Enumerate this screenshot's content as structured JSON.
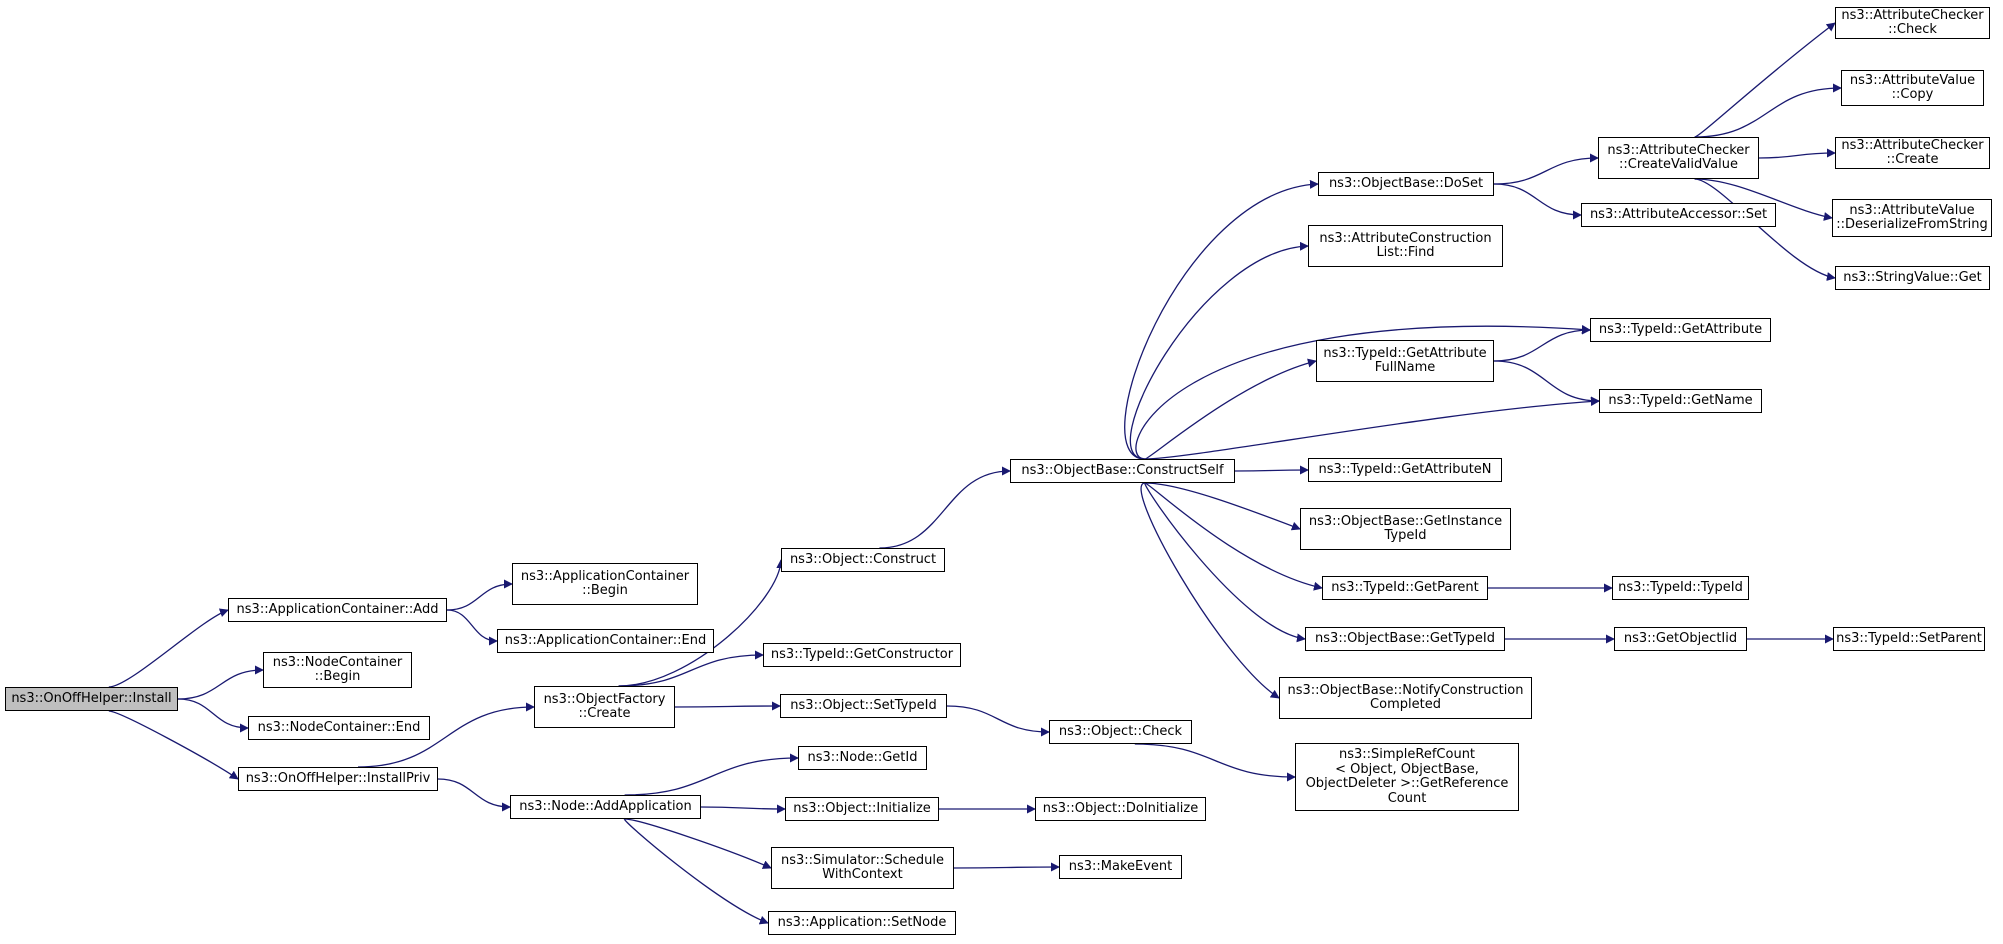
{
  "colors": {
    "edge": "#191970",
    "node_border": "#000000",
    "root_fill": "#bfbfbf",
    "node_fill": "#ffffff"
  },
  "nodes": [
    {
      "id": "n0",
      "lines": [
        "ns3::OnOffHelper::Install"
      ]
    },
    {
      "id": "n1",
      "lines": [
        "ns3::ApplicationContainer::Add"
      ]
    },
    {
      "id": "n2",
      "lines": [
        "ns3::NodeContainer",
        "::Begin"
      ]
    },
    {
      "id": "n3",
      "lines": [
        "ns3::NodeContainer::End"
      ]
    },
    {
      "id": "n4",
      "lines": [
        "ns3::OnOffHelper::InstallPriv"
      ]
    },
    {
      "id": "n5",
      "lines": [
        "ns3::ApplicationContainer",
        "::Begin"
      ]
    },
    {
      "id": "n6",
      "lines": [
        "ns3::ApplicationContainer::End"
      ]
    },
    {
      "id": "n7",
      "lines": [
        "ns3::ObjectFactory",
        "::Create"
      ]
    },
    {
      "id": "n8",
      "lines": [
        "ns3::Node::AddApplication"
      ]
    },
    {
      "id": "n9",
      "lines": [
        "ns3::Object::Construct"
      ]
    },
    {
      "id": "n10",
      "lines": [
        "ns3::TypeId::GetConstructor"
      ]
    },
    {
      "id": "n11",
      "lines": [
        "ns3::Object::SetTypeId"
      ]
    },
    {
      "id": "n12",
      "lines": [
        "ns3::Node::GetId"
      ]
    },
    {
      "id": "n13",
      "lines": [
        "ns3::Object::Initialize"
      ]
    },
    {
      "id": "n14",
      "lines": [
        "ns3::Simulator::Schedule",
        "WithContext"
      ]
    },
    {
      "id": "n15",
      "lines": [
        "ns3::Application::SetNode"
      ]
    },
    {
      "id": "n16",
      "lines": [
        "ns3::ObjectBase::ConstructSelf"
      ]
    },
    {
      "id": "n17",
      "lines": [
        "ns3::Object::Check"
      ]
    },
    {
      "id": "n18",
      "lines": [
        "ns3::Object::DoInitialize"
      ]
    },
    {
      "id": "n19",
      "lines": [
        "ns3::MakeEvent"
      ]
    },
    {
      "id": "n20",
      "lines": [
        "ns3::ObjectBase::DoSet"
      ]
    },
    {
      "id": "n21",
      "lines": [
        "ns3::AttributeConstruction",
        "List::Find"
      ]
    },
    {
      "id": "n22",
      "lines": [
        "ns3::TypeId::GetAttribute",
        "FullName"
      ]
    },
    {
      "id": "n23",
      "lines": [
        "ns3::TypeId::GetAttributeN"
      ]
    },
    {
      "id": "n24",
      "lines": [
        "ns3::ObjectBase::GetInstance",
        "TypeId"
      ]
    },
    {
      "id": "n25",
      "lines": [
        "ns3::TypeId::GetParent"
      ]
    },
    {
      "id": "n26",
      "lines": [
        "ns3::ObjectBase::GetTypeId"
      ]
    },
    {
      "id": "n27",
      "lines": [
        "ns3::ObjectBase::NotifyConstruction",
        "Completed"
      ]
    },
    {
      "id": "n28",
      "lines": [
        "ns3::SimpleRefCount",
        "< Object, ObjectBase,",
        "ObjectDeleter >::GetReference",
        "Count"
      ]
    },
    {
      "id": "n29",
      "lines": [
        "ns3::AttributeChecker",
        "::CreateValidValue"
      ]
    },
    {
      "id": "n30",
      "lines": [
        "ns3::AttributeAccessor::Set"
      ]
    },
    {
      "id": "n31",
      "lines": [
        "ns3::TypeId::GetAttribute"
      ]
    },
    {
      "id": "n32",
      "lines": [
        "ns3::TypeId::GetName"
      ]
    },
    {
      "id": "n33",
      "lines": [
        "ns3::TypeId::TypeId"
      ]
    },
    {
      "id": "n34",
      "lines": [
        "ns3::GetObjectIid"
      ]
    },
    {
      "id": "n35",
      "lines": [
        "ns3::TypeId::SetParent"
      ]
    },
    {
      "id": "n36",
      "lines": [
        "ns3::AttributeChecker",
        "::Check"
      ]
    },
    {
      "id": "n37",
      "lines": [
        "ns3::AttributeValue",
        "::Copy"
      ]
    },
    {
      "id": "n38",
      "lines": [
        "ns3::AttributeChecker",
        "::Create"
      ]
    },
    {
      "id": "n39",
      "lines": [
        "ns3::AttributeValue",
        "::DeserializeFromString"
      ]
    },
    {
      "id": "n40",
      "lines": [
        "ns3::StringValue::Get"
      ]
    }
  ],
  "edges": [
    [
      "n0",
      "n1"
    ],
    [
      "n0",
      "n2"
    ],
    [
      "n0",
      "n3"
    ],
    [
      "n0",
      "n4"
    ],
    [
      "n1",
      "n5"
    ],
    [
      "n1",
      "n6"
    ],
    [
      "n4",
      "n7"
    ],
    [
      "n4",
      "n8"
    ],
    [
      "n7",
      "n9"
    ],
    [
      "n7",
      "n10"
    ],
    [
      "n7",
      "n11"
    ],
    [
      "n8",
      "n12"
    ],
    [
      "n8",
      "n13"
    ],
    [
      "n8",
      "n14"
    ],
    [
      "n8",
      "n15"
    ],
    [
      "n9",
      "n16"
    ],
    [
      "n11",
      "n17"
    ],
    [
      "n13",
      "n18"
    ],
    [
      "n14",
      "n19"
    ],
    [
      "n17",
      "n28"
    ],
    [
      "n16",
      "n20"
    ],
    [
      "n16",
      "n21"
    ],
    [
      "n16",
      "n31"
    ],
    [
      "n16",
      "n22"
    ],
    [
      "n16",
      "n32"
    ],
    [
      "n16",
      "n23"
    ],
    [
      "n16",
      "n24"
    ],
    [
      "n16",
      "n25"
    ],
    [
      "n16",
      "n26"
    ],
    [
      "n16",
      "n27"
    ],
    [
      "n20",
      "n29"
    ],
    [
      "n20",
      "n30"
    ],
    [
      "n22",
      "n31"
    ],
    [
      "n22",
      "n32"
    ],
    [
      "n25",
      "n33"
    ],
    [
      "n26",
      "n34"
    ],
    [
      "n34",
      "n35"
    ],
    [
      "n29",
      "n36"
    ],
    [
      "n29",
      "n37"
    ],
    [
      "n29",
      "n38"
    ],
    [
      "n29",
      "n39"
    ],
    [
      "n29",
      "n40"
    ]
  ]
}
